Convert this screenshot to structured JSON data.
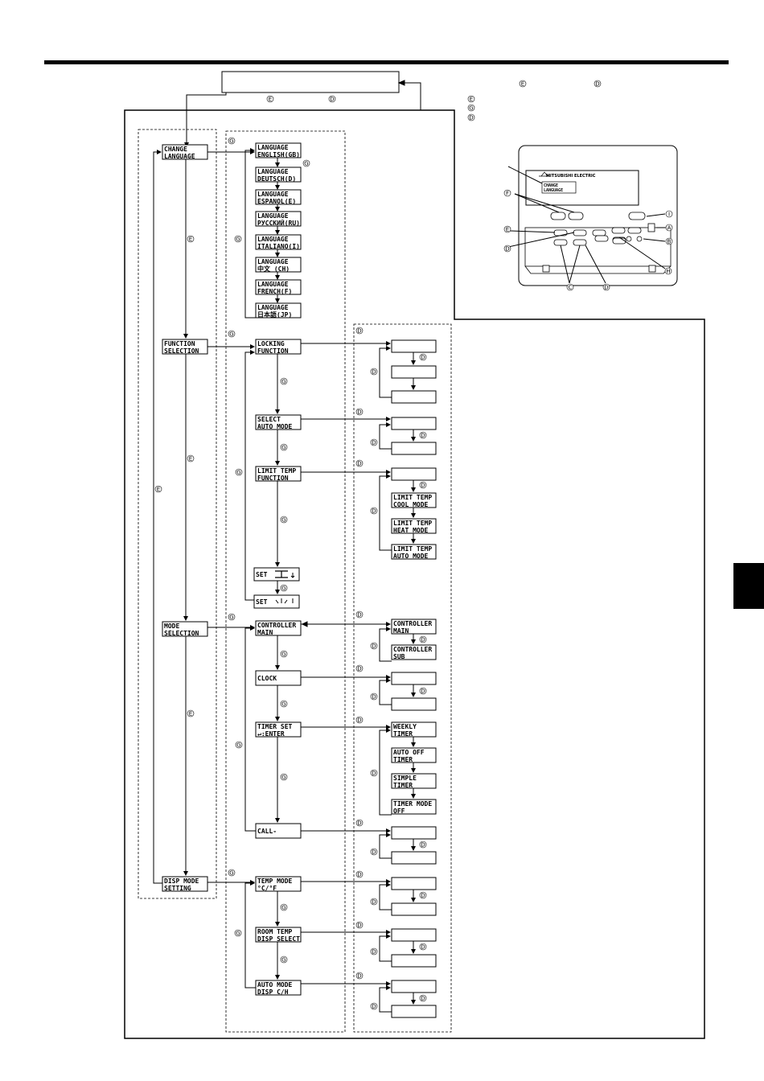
{
  "markers": {
    "A": "A",
    "B": "B",
    "C": "C",
    "D": "D",
    "E": "E",
    "F": "F",
    "G": "G",
    "H": "H",
    "I": "I"
  },
  "remote": {
    "brand": "MITSUBISHI ELECTRIC",
    "lcd": [
      "CHANGE",
      "LANGUAGE"
    ]
  },
  "main_menu": [
    {
      "id": "change-language",
      "lines": [
        "CHANGE",
        "LANGUAGE"
      ]
    },
    {
      "id": "function-selection",
      "lines": [
        "FUNCTION",
        "SELECTION"
      ]
    },
    {
      "id": "mode-selection",
      "lines": [
        "MODE",
        "SELECTION"
      ]
    },
    {
      "id": "disp-mode-setting",
      "lines": [
        "DISP MODE",
        "SETTING"
      ]
    }
  ],
  "languages": [
    [
      "LANGUAGE",
      "ENGLISH(GB)"
    ],
    [
      "LANGUAGE",
      "DEUTSCH(D)"
    ],
    [
      "LANGUAGE",
      "ESPANOL(E)"
    ],
    [
      "LANGUAGE",
      "РУССКИЙ(RU)"
    ],
    [
      "LANGUAGE",
      "ITALIANO(I)"
    ],
    [
      "LANGUAGE",
      "中文 (CH)"
    ],
    [
      "LANGUAGE",
      "FRENCH(F)"
    ],
    [
      "LANGUAGE",
      "日本語(JP)"
    ]
  ],
  "function_items": [
    [
      "LOCKING",
      "FUNCTION"
    ],
    [
      "SELECT",
      "AUTO MODE"
    ],
    [
      "LIMIT TEMP",
      "FUNCTION"
    ],
    [
      "SET"
    ],
    [
      "SET"
    ]
  ],
  "limit_temp_options": [
    [
      "LIMIT TEMP",
      "COOL MODE"
    ],
    [
      "LIMIT TEMP",
      "HEAT MODE"
    ],
    [
      "LIMIT TEMP",
      "AUTO MODE"
    ]
  ],
  "mode_items": [
    [
      "CONTROLLER",
      "MAIN"
    ],
    [
      "CLOCK"
    ],
    [
      "TIMER SET",
      "↵:ENTER"
    ],
    [
      "CALL-"
    ]
  ],
  "controller_options": [
    [
      "CONTROLLER",
      "MAIN"
    ],
    [
      "CONTROLLER",
      "SUB"
    ]
  ],
  "timer_options": [
    [
      "WEEKLY",
      "TIMER"
    ],
    [
      "AUTO OFF",
      "TIMER"
    ],
    [
      "SIMPLE",
      "TIMER"
    ],
    [
      "TIMER MODE",
      "OFF"
    ]
  ],
  "disp_items": [
    [
      "TEMP MODE",
      "°C/°F"
    ],
    [
      "ROOM TEMP",
      "DISP SELECT"
    ],
    [
      "AUTO MODE",
      "DISP C/H"
    ]
  ]
}
